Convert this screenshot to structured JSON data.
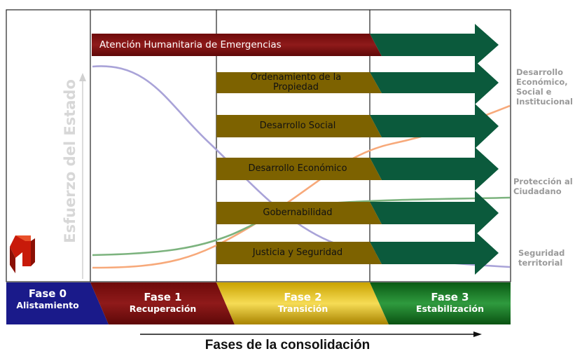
{
  "y_axis_label": "Esfuerzo del Estado",
  "x_axis_title": "Fases de la consolidación",
  "top_band": {
    "label": "Atención Humanitaria de Emergencias",
    "color": "#7a0c0c"
  },
  "bars": [
    {
      "label": "Ordenamiento de la Propiedad"
    },
    {
      "label": "Desarrollo Social"
    },
    {
      "label": "Desarrollo Económico"
    },
    {
      "label": "Gobernabilidad"
    },
    {
      "label": "Justicia y Seguridad"
    }
  ],
  "curve_labels": {
    "desarrollo": "Desarrollo Económico, Social e Institucional",
    "proteccion": "Protección al Ciudadano",
    "seguridad": "Seguridad territorial"
  },
  "phases": [
    {
      "number": "Fase 0",
      "name": "Alistamiento"
    },
    {
      "number": "Fase 1",
      "name": "Recuperación"
    },
    {
      "number": "Fase 2",
      "name": "Transición"
    },
    {
      "number": "Fase 3",
      "name": "Estabilización"
    }
  ],
  "colors": {
    "fase0": "#1a1a8a",
    "fase1": "#7a0c0c",
    "fase2": "#d8b000",
    "fase3": "#0f6a1e",
    "bar_gold": "#7d6200",
    "arrow_green": "#0b5a3c",
    "curve_blue": "#a9a3d8",
    "curve_orange": "#f7a97a",
    "curve_green": "#7cb37e"
  }
}
